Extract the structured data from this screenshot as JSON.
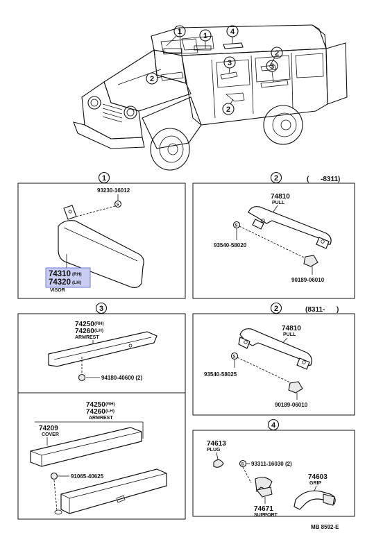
{
  "callouts": {
    "c1": "1",
    "c2": "2",
    "c3": "3",
    "c4": "4"
  },
  "sections": {
    "visor": {
      "callout": "1",
      "screw_pn": "93230-16012",
      "visor_pn_rh": "74310",
      "visor_rh_suffix": "(RH)",
      "visor_pn_lh": "74320",
      "visor_lh_suffix": "(LH)",
      "visor_name": "VISOR"
    },
    "pull_early": {
      "callout": "2",
      "range": "(      -8311)",
      "pull_pn": "74810",
      "pull_name": "PULL",
      "screw_pn": "93540-58020",
      "clip_pn": "90189-06010"
    },
    "armrest_a": {
      "callout": "3",
      "armrest_pn_rh": "74250",
      "armrest_rh_suffix": "(RH)",
      "armrest_pn_lh": "74260",
      "armrest_lh_suffix": "(LH)",
      "armrest_name": "ARMREST",
      "screw_pn": "94180-40600 (2)"
    },
    "pull_late": {
      "callout": "2",
      "range": "(8311-      )",
      "pull_pn": "74810",
      "pull_name": "PULL",
      "screw_pn": "93540-58025",
      "clip_pn": "90189-06010"
    },
    "armrest_b": {
      "armrest_pn_rh": "74250",
      "armrest_rh_suffix": "(RH)",
      "armrest_pn_lh": "74260",
      "armrest_lh_suffix": "(LH)",
      "armrest_name": "ARMREST",
      "cover_pn": "74209",
      "cover_name": "COVER",
      "screw_pn": "91065-40625"
    },
    "grip": {
      "callout": "4",
      "plug_pn": "74613",
      "plug_name": "PLUG",
      "screw_pn": "93311-16030 (2)",
      "grip_pn": "74603",
      "grip_name": "GRIP",
      "support_pn": "74671",
      "support_name": "SUPPORT"
    }
  },
  "footer_code": "MB  8592-E",
  "colors": {
    "line": "#111111",
    "highlight": "#c9cdf2",
    "highlight_border": "#6f77d8"
  }
}
